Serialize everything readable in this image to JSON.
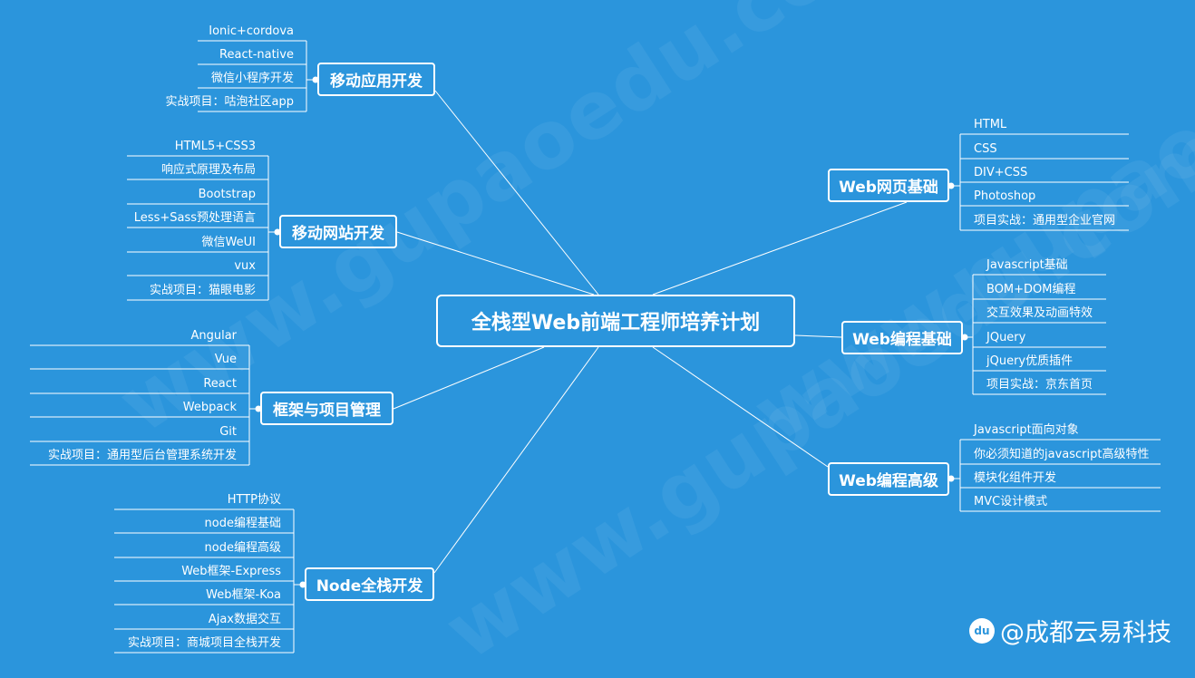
{
  "root": {
    "label": "全栈型Web前端工程师培养计划"
  },
  "left_branches": [
    {
      "label": "移动应用开发",
      "items": [
        "Ionic+cordova",
        "React-native",
        "微信小程序开发",
        "实战项目：咕泡社区app"
      ]
    },
    {
      "label": "移动网站开发",
      "items": [
        "HTML5+CSS3",
        "响应式原理及布局",
        "Bootstrap",
        "Less+Sass预处理语言",
        "微信WeUI",
        "vux",
        "实战项目：猫眼电影"
      ]
    },
    {
      "label": "框架与项目管理",
      "items": [
        "Angular",
        "Vue",
        "React",
        "Webpack",
        "Git",
        "实战项目：通用型后台管理系统开发"
      ]
    },
    {
      "label": "Node全栈开发",
      "items": [
        "HTTP协议",
        "node编程基础",
        "node编程高级",
        "Web框架-Express",
        "Web框架-Koa",
        "Ajax数据交互",
        "实战项目：商城项目全栈开发"
      ]
    }
  ],
  "right_branches": [
    {
      "label": "Web网页基础",
      "items": [
        "HTML",
        "CSS",
        "DIV+CSS",
        "Photoshop",
        "项目实战：通用型企业官网"
      ]
    },
    {
      "label": "Web编程基础",
      "items": [
        "Javascript基础",
        "BOM+DOM编程",
        "交互效果及动画特效",
        "JQuery",
        "jQuery优质插件",
        "项目实战：京东首页"
      ]
    },
    {
      "label": "Web编程高级",
      "items": [
        "Javascript面向对象",
        "你必须知道的javascript高级特性",
        "模块化组件开发",
        "MVC设计模式"
      ]
    }
  ],
  "brand": {
    "icon": "du",
    "text": "@成都云易科技"
  },
  "colors": {
    "background": "#2b95dc",
    "line": "#ffffff"
  }
}
